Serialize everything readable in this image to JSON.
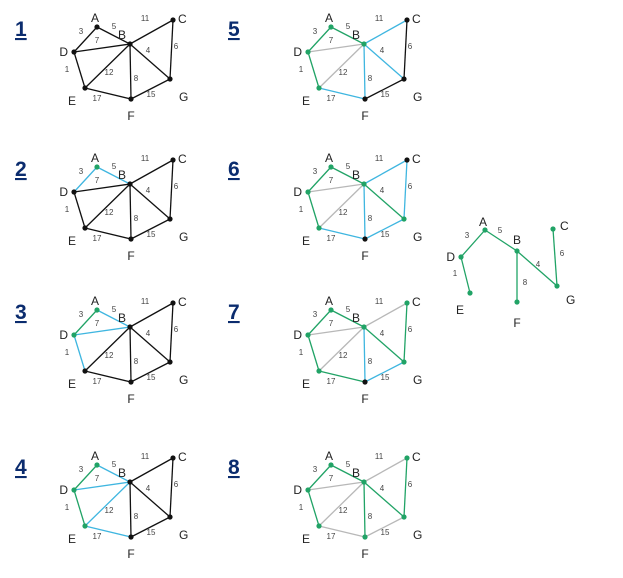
{
  "colors": {
    "default": "#111111",
    "in_tree": "#21a366",
    "candidate": "#3fb6e0",
    "rejected": "#b8b8b8",
    "step_number": "#0b2c6e"
  },
  "vertices": [
    "A",
    "B",
    "C",
    "D",
    "E",
    "F",
    "G"
  ],
  "edges": [
    {
      "id": "AD",
      "from": "A",
      "to": "D",
      "weight": "3"
    },
    {
      "id": "AB",
      "from": "A",
      "to": "B",
      "weight": "5"
    },
    {
      "id": "DB",
      "from": "D",
      "to": "B",
      "weight": "7"
    },
    {
      "id": "BC",
      "from": "B",
      "to": "C",
      "weight": "11"
    },
    {
      "id": "BG",
      "from": "B",
      "to": "G",
      "weight": "4"
    },
    {
      "id": "CG",
      "from": "C",
      "to": "G",
      "weight": "6"
    },
    {
      "id": "DE",
      "from": "D",
      "to": "E",
      "weight": "1"
    },
    {
      "id": "EB",
      "from": "E",
      "to": "B",
      "weight": "12"
    },
    {
      "id": "BF",
      "from": "B",
      "to": "F",
      "weight": "8"
    },
    {
      "id": "EF",
      "from": "E",
      "to": "F",
      "weight": "17"
    },
    {
      "id": "FG",
      "from": "F",
      "to": "G",
      "weight": "15"
    }
  ],
  "steps": [
    {
      "label": "1",
      "tree_vertices": [],
      "tree_edges": [],
      "candidate_edges": [],
      "rejected_edges": []
    },
    {
      "label": "2",
      "tree_vertices": [
        "A"
      ],
      "tree_edges": [],
      "candidate_edges": [
        "AD",
        "AB"
      ],
      "rejected_edges": []
    },
    {
      "label": "3",
      "tree_vertices": [
        "A",
        "D"
      ],
      "tree_edges": [
        "AD"
      ],
      "candidate_edges": [
        "AB",
        "DB",
        "DE"
      ],
      "rejected_edges": []
    },
    {
      "label": "4",
      "tree_vertices": [
        "A",
        "D",
        "E"
      ],
      "tree_edges": [
        "AD",
        "DE"
      ],
      "candidate_edges": [
        "AB",
        "DB",
        "EB",
        "EF"
      ],
      "rejected_edges": []
    },
    {
      "label": "5",
      "tree_vertices": [
        "A",
        "B",
        "D",
        "E"
      ],
      "tree_edges": [
        "AD",
        "DE",
        "AB"
      ],
      "candidate_edges": [
        "BC",
        "BG",
        "BF",
        "EF"
      ],
      "rejected_edges": [
        "DB",
        "EB"
      ]
    },
    {
      "label": "6",
      "tree_vertices": [
        "A",
        "B",
        "D",
        "E",
        "G"
      ],
      "tree_edges": [
        "AD",
        "DE",
        "AB",
        "BG"
      ],
      "candidate_edges": [
        "BC",
        "CG",
        "BF",
        "EF",
        "FG"
      ],
      "rejected_edges": [
        "DB",
        "EB"
      ]
    },
    {
      "label": "7",
      "tree_vertices": [
        "A",
        "B",
        "C",
        "D",
        "E",
        "G"
      ],
      "tree_edges": [
        "AD",
        "DE",
        "AB",
        "BG",
        "CG",
        "EF"
      ],
      "candidate_edges": [
        "BF",
        "FG"
      ],
      "rejected_edges": [
        "DB",
        "EB",
        "BC"
      ]
    },
    {
      "label": "8",
      "tree_vertices": [
        "A",
        "B",
        "C",
        "D",
        "E",
        "F",
        "G"
      ],
      "tree_edges": [
        "AD",
        "DE",
        "AB",
        "BG",
        "CG",
        "BF"
      ],
      "candidate_edges": [],
      "rejected_edges": [
        "DB",
        "EB",
        "BC",
        "EF",
        "FG"
      ]
    }
  ],
  "result": {
    "edges": [
      {
        "id": "AD",
        "from": "A",
        "to": "D",
        "weight": "3"
      },
      {
        "id": "AB",
        "from": "A",
        "to": "B",
        "weight": "5"
      },
      {
        "id": "DE",
        "from": "D",
        "to": "E",
        "weight": "1"
      },
      {
        "id": "BF",
        "from": "B",
        "to": "F",
        "weight": "8"
      },
      {
        "id": "BG",
        "from": "B",
        "to": "G",
        "weight": "4"
      },
      {
        "id": "CG",
        "from": "C",
        "to": "G",
        "weight": "6"
      }
    ]
  }
}
